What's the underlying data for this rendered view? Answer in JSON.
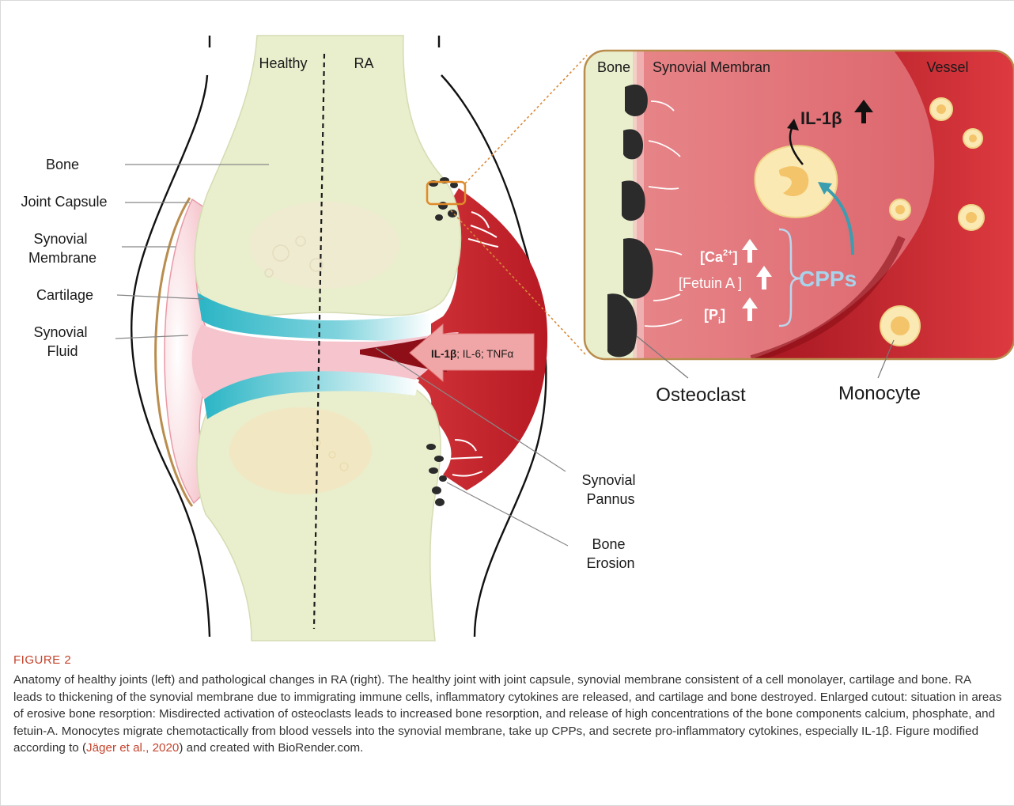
{
  "figure": {
    "labels": {
      "healthy": "Healthy",
      "ra": "RA",
      "bone": "Bone",
      "joint_capsule": "Joint Capsule",
      "synovial_membrane": [
        "Synovial",
        "Membrane"
      ],
      "cartilage": "Cartilage",
      "synovial_fluid": [
        "Synovial",
        "Fluid"
      ],
      "synovial_pannus": [
        "Synovial",
        "Pannus"
      ],
      "bone_erosion": [
        "Bone",
        "Erosion"
      ],
      "cytokines_bold": "IL-1β",
      "cytokines_rest": "; IL-6; TNFα"
    },
    "inset": {
      "bone": "Bone",
      "synovial_membrane": "Synovial Membran",
      "vessel": "Vessel",
      "il1b": "IL-1β",
      "ca": "[Ca",
      "ca_sup": "2+",
      "ca_end": "]",
      "fetuin": "[Fetuin A ]",
      "pi": "[P",
      "pi_sub": "i",
      "pi_end": "]",
      "cpps": "CPPs",
      "osteoclast": "Osteoclast",
      "monocyte": "Monocyte"
    },
    "colors": {
      "bone": "#e9eecd",
      "cartilage": "#2bb5c5",
      "synovium": "#f0b4bf",
      "pannus": "#c9262e",
      "membrane_inset": "#e06c72",
      "vessel": "#c8232b",
      "cpps": "#9fd0e8",
      "cpps_arrow": "#3a9db0",
      "accent": "#c4432c"
    }
  },
  "caption": {
    "title": "FIGURE 2",
    "body_before": "Anatomy of healthy joints (left) and pathological changes in RA (right). The healthy joint with joint capsule, synovial membrane consistent of a cell monolayer, cartilage and bone. RA leads to thickening of the synovial membrane due to immigrating immune cells, inflammatory cytokines are released, and cartilage and bone destroyed. Enlarged cutout: situation in areas of erosive bone resorption: Misdirected activation of osteoclasts leads to increased bone resorption, and release of high concentrations of the bone components calcium, phosphate, and fetuin-A. Monocytes migrate chemotactically from blood vessels into the synovial membrane, take up CPPs, and secrete pro-inflammatory cytokines, especially IL-1β. Figure modified according to (",
    "reference": "Jäger et al., 2020",
    "body_after": ") and created with BioRender.com."
  }
}
